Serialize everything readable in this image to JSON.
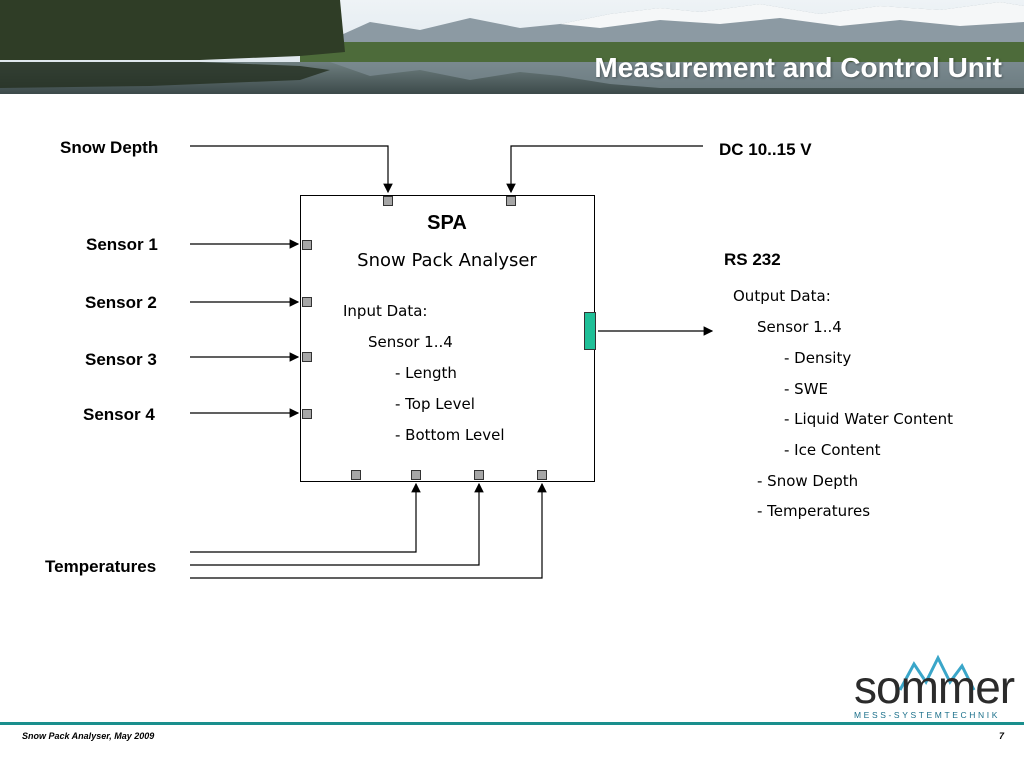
{
  "slide": {
    "title": "Measurement and Control Unit",
    "footer_left": "Snow Pack Analyser, May 2009",
    "page_number": "7"
  },
  "inputs": {
    "snow_depth": "Snow Depth",
    "dc": "DC 10..15 V",
    "sensors": [
      "Sensor 1",
      "Sensor 2",
      "Sensor 3",
      "Sensor 4"
    ],
    "temperatures": "Temperatures"
  },
  "spa": {
    "name": "SPA",
    "subtitle": "Snow Pack Analyser",
    "input_heading": "Input Data:",
    "input_group": "Sensor 1..4",
    "input_items": [
      "- Length",
      "- Top Level",
      "- Bottom Level"
    ]
  },
  "output": {
    "interface": "RS 232",
    "heading": "Output Data:",
    "group": "Sensor 1..4",
    "sub_items": [
      "- Density",
      "- SWE",
      "- Liquid Water Content",
      "- Ice Content"
    ],
    "items": [
      "- Snow Depth",
      "- Temperatures"
    ]
  },
  "logo": {
    "word": "sommer",
    "tagline": "MESS-SYSTEMTECHNIK"
  },
  "colors": {
    "accent_teal": "#1a8f8d",
    "rs232_port": "#1fbf97",
    "port_grey": "#a6a6a6"
  }
}
